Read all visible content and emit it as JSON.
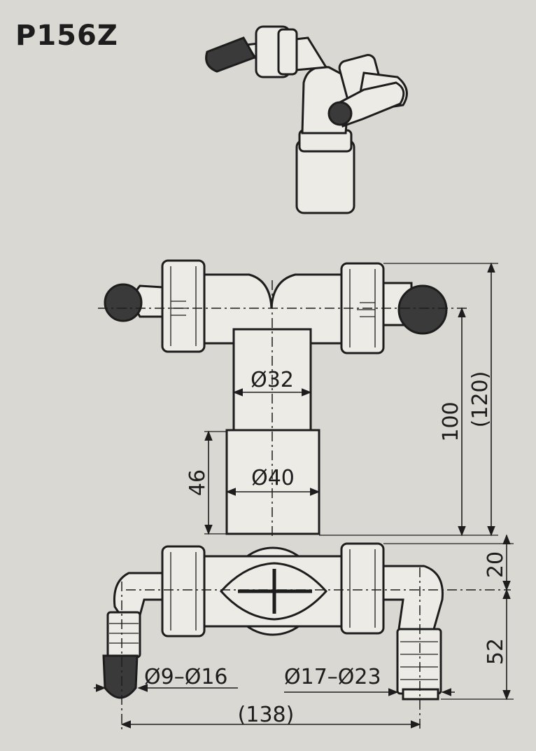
{
  "model_code": "P156Z",
  "dimensions": {
    "pipe_diameter": "Ø32",
    "socket_diameter": "Ø40",
    "socket_length": "46",
    "height": "100",
    "overall_height": "(120)",
    "base_offset": "20",
    "outlet_drop": "52",
    "left_hose": "Ø9–Ø16",
    "right_hose": "Ø17–Ø23",
    "overall_width": "(138)"
  }
}
